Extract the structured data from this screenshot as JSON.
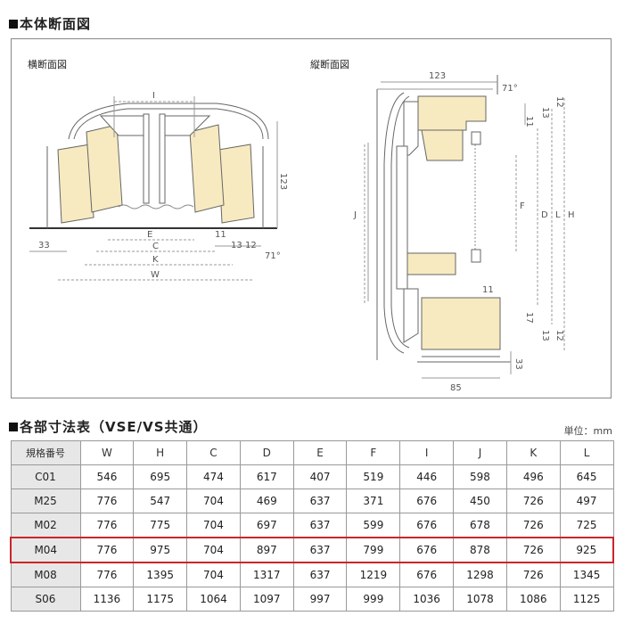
{
  "section1": {
    "title": "本体断面図"
  },
  "diagram": {
    "horizontal": {
      "label": "横断面図",
      "dims": {
        "I": "I",
        "E": "E",
        "C": "C",
        "K": "K",
        "W": "W",
        "d123": "123",
        "d33": "33",
        "d11": "11",
        "d13": "13",
        "d12": "12",
        "angle": "71°"
      }
    },
    "vertical": {
      "label": "縦断面図",
      "dims": {
        "d123": "123",
        "angle": "71°",
        "d13": "13",
        "d12": "12",
        "d11": "11",
        "F": "F",
        "D": "D",
        "L": "L",
        "H": "H",
        "J": "J",
        "d11b": "11",
        "d17": "17",
        "d12b": "12",
        "d13b": "13",
        "d33": "33",
        "d85": "85"
      }
    }
  },
  "section2": {
    "title": "各部寸法表（VSE/VS共通）"
  },
  "unit": "単位：mm",
  "table": {
    "header_first": "規格番号",
    "columns": [
      "W",
      "H",
      "C",
      "D",
      "E",
      "F",
      "I",
      "J",
      "K",
      "L"
    ],
    "rows": [
      {
        "code": "C01",
        "values": [
          "546",
          "695",
          "474",
          "617",
          "407",
          "519",
          "446",
          "598",
          "496",
          "645"
        ]
      },
      {
        "code": "M25",
        "values": [
          "776",
          "547",
          "704",
          "469",
          "637",
          "371",
          "676",
          "450",
          "726",
          "497"
        ]
      },
      {
        "code": "M02",
        "values": [
          "776",
          "775",
          "704",
          "697",
          "637",
          "599",
          "676",
          "678",
          "726",
          "725"
        ]
      },
      {
        "code": "M04",
        "values": [
          "776",
          "975",
          "704",
          "897",
          "637",
          "799",
          "676",
          "878",
          "726",
          "925"
        ],
        "highlight": true
      },
      {
        "code": "M08",
        "values": [
          "776",
          "1395",
          "704",
          "1317",
          "637",
          "1219",
          "676",
          "1298",
          "726",
          "1345"
        ]
      },
      {
        "code": "S06",
        "values": [
          "1136",
          "1175",
          "1064",
          "1097",
          "997",
          "999",
          "1036",
          "1078",
          "1086",
          "1125"
        ]
      }
    ]
  },
  "colors": {
    "highlight": "#c9252c",
    "wood": "#f7eac0",
    "header_bg": "#e7e7e7"
  }
}
